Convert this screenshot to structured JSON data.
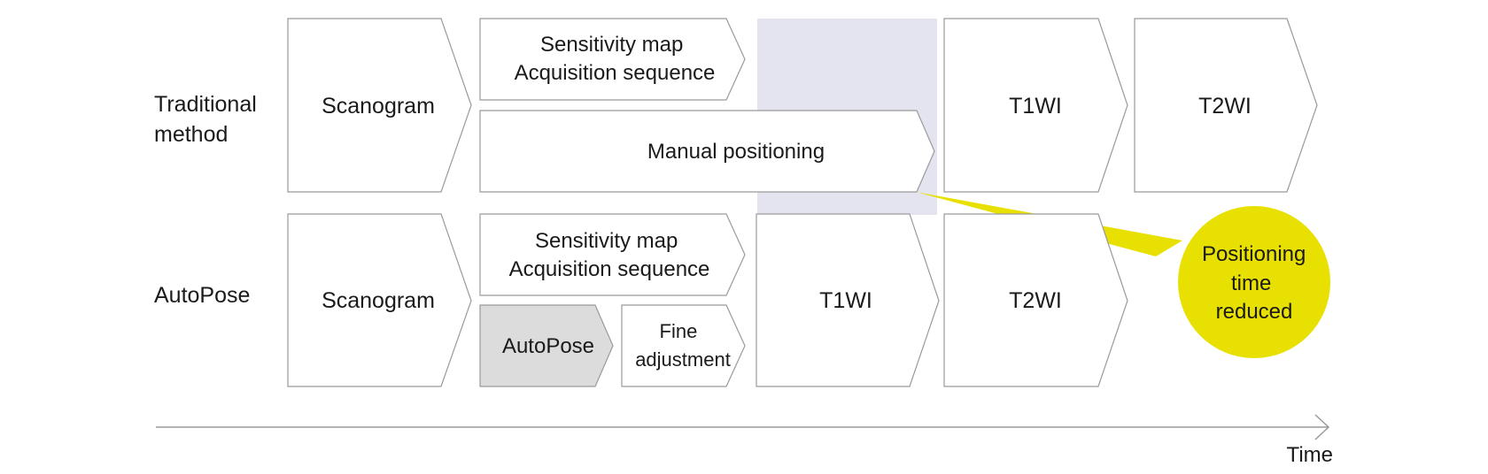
{
  "rows": {
    "traditional_label": [
      "Traditional",
      "method"
    ],
    "autopose_label": "AutoPose"
  },
  "traditional": {
    "scanogram": "Scanogram",
    "sensitivity": [
      "Sensitivity map",
      "Acquisition sequence"
    ],
    "manual_positioning": "Manual positioning",
    "t1wi": "T1WI",
    "t2wi": "T2WI"
  },
  "autopose": {
    "scanogram": "Scanogram",
    "sensitivity": [
      "Sensitivity map",
      "Acquisition sequence"
    ],
    "autopose_step": "AutoPose",
    "fine_adjustment": [
      "Fine",
      "adjustment"
    ],
    "t1wi": "T1WI",
    "t2wi": "T2WI"
  },
  "callout": [
    "Positioning",
    "time",
    "reduced"
  ],
  "axis_label": "Time",
  "colors": {
    "highlight_band": "#e4e4f0",
    "callout": "#e8e000",
    "gray_box": "#dcdcdc",
    "stroke": "#9a9a9a"
  }
}
